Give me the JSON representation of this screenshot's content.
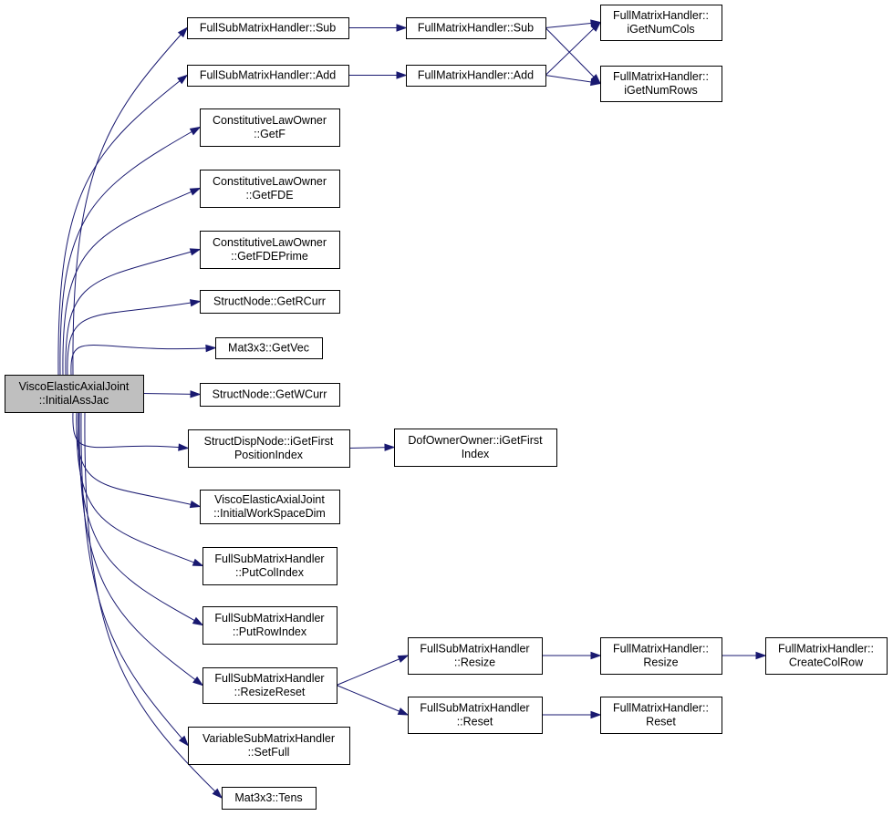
{
  "diagram": {
    "type": "call-graph",
    "edge_color": "#191970",
    "root_fill": "#bfbfbf",
    "nodes": [
      {
        "id": "root",
        "lines": [
          "ViscoElasticAxialJoint",
          "::InitialAssJac"
        ],
        "root": true
      },
      {
        "id": "fsmh_sub",
        "lines": [
          "FullSubMatrixHandler::Sub"
        ]
      },
      {
        "id": "fsmh_add",
        "lines": [
          "FullSubMatrixHandler::Add"
        ]
      },
      {
        "id": "clo_getf",
        "lines": [
          "ConstitutiveLawOwner",
          "::GetF"
        ]
      },
      {
        "id": "clo_getfde",
        "lines": [
          "ConstitutiveLawOwner",
          "::GetFDE"
        ]
      },
      {
        "id": "clo_getfdeprime",
        "lines": [
          "ConstitutiveLawOwner",
          "::GetFDEPrime"
        ]
      },
      {
        "id": "sn_getrcurr",
        "lines": [
          "StructNode::GetRCurr"
        ]
      },
      {
        "id": "mat_getvec",
        "lines": [
          "Mat3x3::GetVec"
        ]
      },
      {
        "id": "sn_getwcurr",
        "lines": [
          "StructNode::GetWCurr"
        ]
      },
      {
        "id": "sdn_igetfirst",
        "lines": [
          "StructDispNode::iGetFirst",
          "PositionIndex"
        ]
      },
      {
        "id": "veaj_initws",
        "lines": [
          "ViscoElasticAxialJoint",
          "::InitialWorkSpaceDim"
        ]
      },
      {
        "id": "fsmh_putcol",
        "lines": [
          "FullSubMatrixHandler",
          "::PutColIndex"
        ]
      },
      {
        "id": "fsmh_putrow",
        "lines": [
          "FullSubMatrixHandler",
          "::PutRowIndex"
        ]
      },
      {
        "id": "fsmh_resizereset",
        "lines": [
          "FullSubMatrixHandler",
          "::ResizeReset"
        ]
      },
      {
        "id": "vsmh_setfull",
        "lines": [
          "VariableSubMatrixHandler",
          "::SetFull"
        ]
      },
      {
        "id": "mat_tens",
        "lines": [
          "Mat3x3::Tens"
        ]
      },
      {
        "id": "fmh_sub",
        "lines": [
          "FullMatrixHandler::Sub"
        ]
      },
      {
        "id": "fmh_add",
        "lines": [
          "FullMatrixHandler::Add"
        ]
      },
      {
        "id": "doo_igetfirst",
        "lines": [
          "DofOwnerOwner::iGetFirst",
          "Index"
        ]
      },
      {
        "id": "fsmh_resize",
        "lines": [
          "FullSubMatrixHandler",
          "::Resize"
        ]
      },
      {
        "id": "fsmh_reset",
        "lines": [
          "FullSubMatrixHandler",
          "::Reset"
        ]
      },
      {
        "id": "fmh_igetnumcols",
        "lines": [
          "FullMatrixHandler::",
          "iGetNumCols"
        ]
      },
      {
        "id": "fmh_igetnumrows",
        "lines": [
          "FullMatrixHandler::",
          "iGetNumRows"
        ]
      },
      {
        "id": "fmh_resize",
        "lines": [
          "FullMatrixHandler::",
          "Resize"
        ]
      },
      {
        "id": "fmh_reset",
        "lines": [
          "FullMatrixHandler::",
          "Reset"
        ]
      },
      {
        "id": "fmh_createcolrow",
        "lines": [
          "FullMatrixHandler::",
          "CreateColRow"
        ]
      }
    ],
    "edges": [
      [
        "root",
        "fsmh_sub"
      ],
      [
        "root",
        "fsmh_add"
      ],
      [
        "root",
        "clo_getf"
      ],
      [
        "root",
        "clo_getfde"
      ],
      [
        "root",
        "clo_getfdeprime"
      ],
      [
        "root",
        "sn_getrcurr"
      ],
      [
        "root",
        "mat_getvec"
      ],
      [
        "root",
        "sn_getwcurr"
      ],
      [
        "root",
        "sdn_igetfirst"
      ],
      [
        "root",
        "veaj_initws"
      ],
      [
        "root",
        "fsmh_putcol"
      ],
      [
        "root",
        "fsmh_putrow"
      ],
      [
        "root",
        "fsmh_resizereset"
      ],
      [
        "root",
        "vsmh_setfull"
      ],
      [
        "root",
        "mat_tens"
      ],
      [
        "fsmh_sub",
        "fmh_sub"
      ],
      [
        "fsmh_add",
        "fmh_add"
      ],
      [
        "fmh_sub",
        "fmh_igetnumcols"
      ],
      [
        "fmh_sub",
        "fmh_igetnumrows"
      ],
      [
        "fmh_add",
        "fmh_igetnumcols"
      ],
      [
        "fmh_add",
        "fmh_igetnumrows"
      ],
      [
        "sdn_igetfirst",
        "doo_igetfirst"
      ],
      [
        "fsmh_resizereset",
        "fsmh_resize"
      ],
      [
        "fsmh_resizereset",
        "fsmh_reset"
      ],
      [
        "fsmh_resize",
        "fmh_resize"
      ],
      [
        "fsmh_reset",
        "fmh_reset"
      ],
      [
        "fmh_resize",
        "fmh_createcolrow"
      ]
    ]
  }
}
